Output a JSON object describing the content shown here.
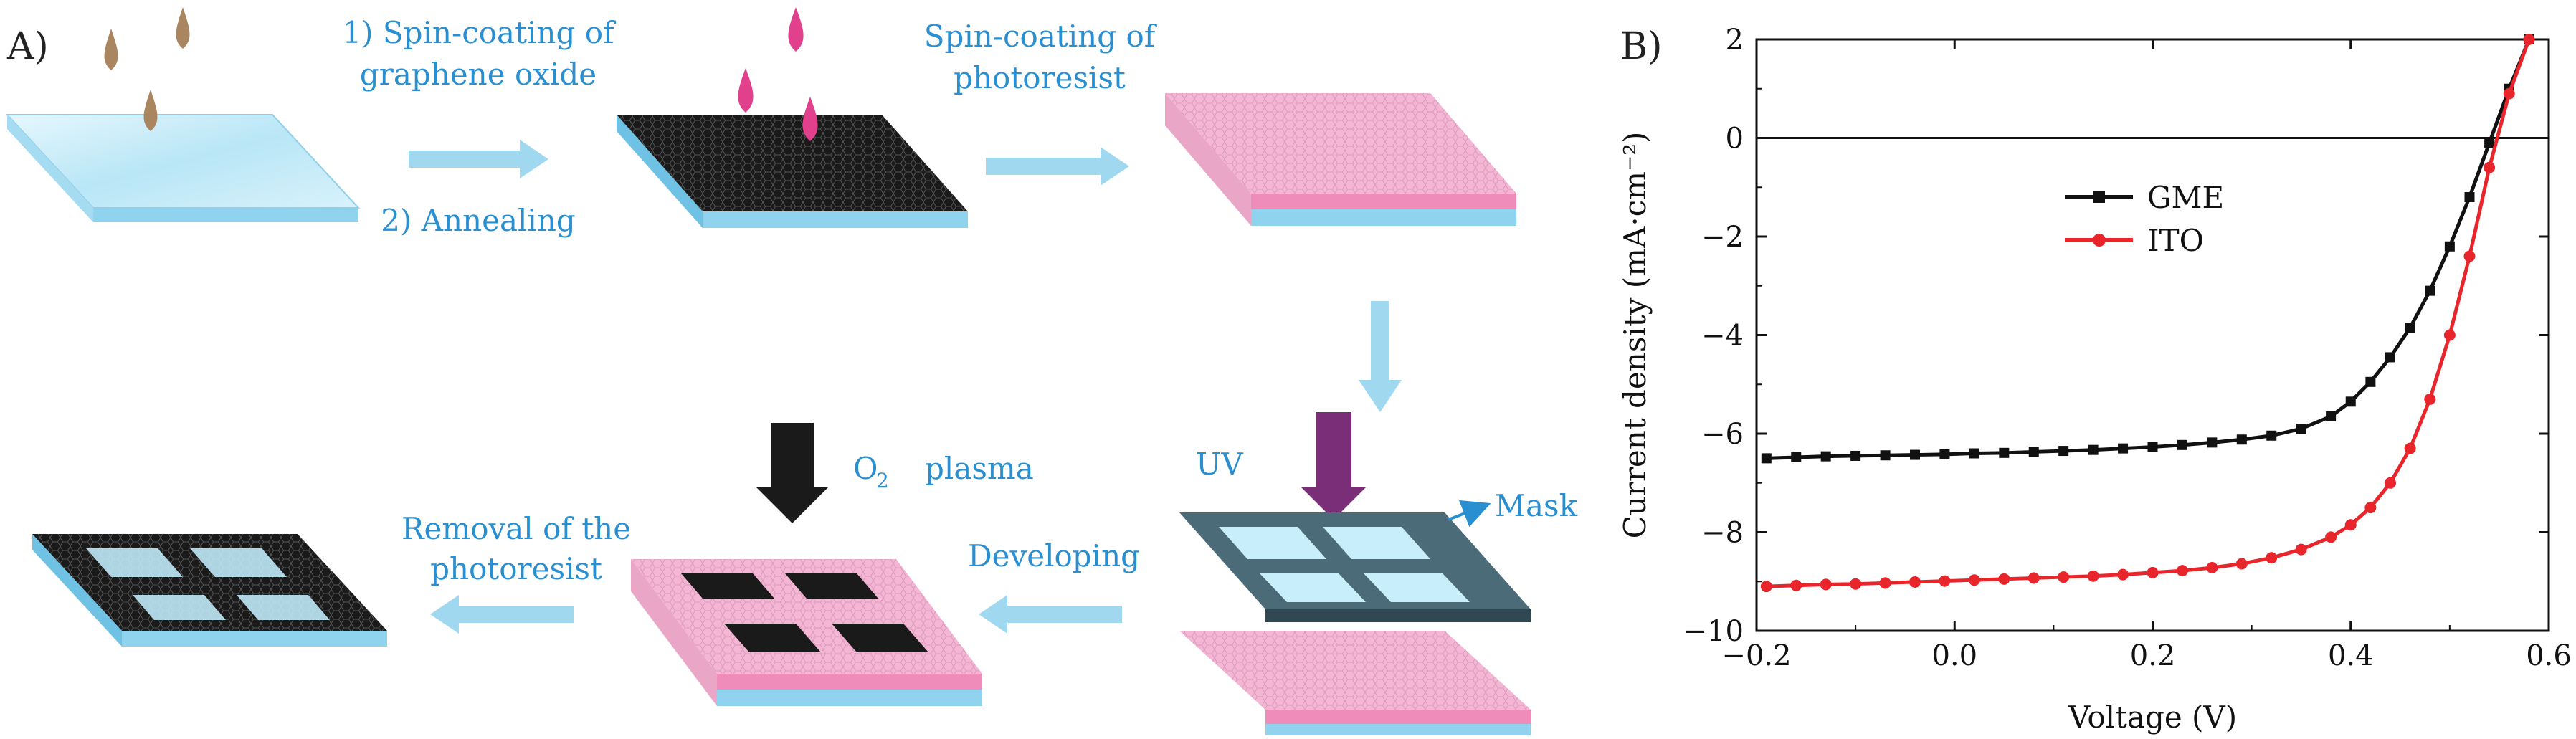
{
  "panel_a": {
    "label": "A)",
    "steps": {
      "step1_line1": "1) Spin-coating of",
      "step1_line2": "graphene oxide",
      "step1_line3": "2) Annealing",
      "step2_line1": "Spin-coating of",
      "step2_line2": "photoresist",
      "uv": "UV",
      "mask": "Mask",
      "developing": "Developing",
      "o2": "O",
      "o2_sub": "2",
      "plasma": "plasma",
      "removal_line1": "Removal of the",
      "removal_line2": "photoresist"
    },
    "colors": {
      "text": "#2a8fd0",
      "arrow": "#9fd8ef",
      "glass": "#c7ecf8",
      "graphene": "#1a1a1a",
      "photoresist": "#f4b6d4",
      "uv_arrow": "#7a2e78",
      "drop_brown": "#a9865f",
      "drop_pink": "#e0408c"
    }
  },
  "panel_b": {
    "label": "B)",
    "chart_data": {
      "type": "line",
      "xlabel": "Voltage (V)",
      "ylabel": "Current density (mA·cm⁻²)",
      "xlim": [
        -0.2,
        0.6
      ],
      "ylim": [
        -10,
        2
      ],
      "xticks": [
        -0.2,
        0.0,
        0.2,
        0.4,
        0.6
      ],
      "xtick_labels": [
        "−0.2",
        "0.0",
        "0.2",
        "0.4",
        "0.6"
      ],
      "yticks": [
        -10,
        -8,
        -6,
        -4,
        -2,
        0,
        2
      ],
      "ytick_labels": [
        "−10",
        "−8",
        "−6",
        "−4",
        "−2",
        "0",
        "2"
      ],
      "grid": false,
      "zero_line": true,
      "legend_position": "upper-left",
      "series": [
        {
          "name": "GME",
          "color": "#111111",
          "x": [
            -0.19,
            -0.16,
            -0.13,
            -0.1,
            -0.07,
            -0.04,
            -0.01,
            0.02,
            0.05,
            0.08,
            0.11,
            0.14,
            0.17,
            0.2,
            0.23,
            0.26,
            0.29,
            0.32,
            0.35,
            0.38,
            0.4,
            0.42,
            0.44,
            0.46,
            0.48,
            0.5,
            0.52,
            0.54,
            0.56,
            0.58
          ],
          "y": [
            -6.5,
            -6.48,
            -6.46,
            -6.45,
            -6.44,
            -6.43,
            -6.42,
            -6.4,
            -6.39,
            -6.37,
            -6.35,
            -6.33,
            -6.3,
            -6.27,
            -6.23,
            -6.18,
            -6.12,
            -6.04,
            -5.9,
            -5.65,
            -5.35,
            -4.95,
            -4.45,
            -3.85,
            -3.1,
            -2.2,
            -1.2,
            -0.1,
            1.0,
            2.0
          ]
        },
        {
          "name": "ITO",
          "color": "#e8252a",
          "x": [
            -0.19,
            -0.16,
            -0.13,
            -0.1,
            -0.07,
            -0.04,
            -0.01,
            0.02,
            0.05,
            0.08,
            0.11,
            0.14,
            0.17,
            0.2,
            0.23,
            0.26,
            0.29,
            0.32,
            0.35,
            0.38,
            0.4,
            0.42,
            0.44,
            0.46,
            0.48,
            0.5,
            0.52,
            0.54,
            0.56,
            0.58
          ],
          "y": [
            -9.1,
            -9.08,
            -9.06,
            -9.05,
            -9.03,
            -9.01,
            -8.99,
            -8.97,
            -8.95,
            -8.93,
            -8.91,
            -8.89,
            -8.86,
            -8.82,
            -8.78,
            -8.72,
            -8.64,
            -8.52,
            -8.35,
            -8.1,
            -7.85,
            -7.5,
            -7.0,
            -6.3,
            -5.3,
            -4.0,
            -2.4,
            -0.6,
            0.9,
            2.0
          ]
        }
      ]
    }
  }
}
